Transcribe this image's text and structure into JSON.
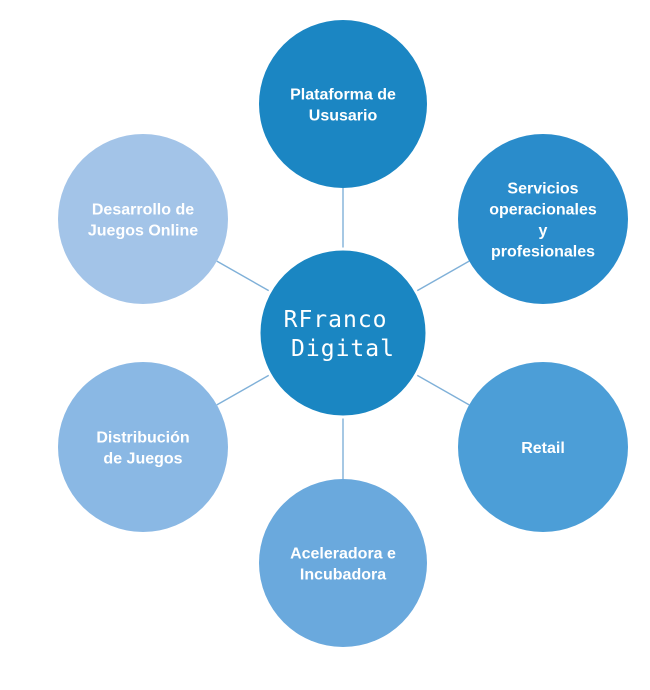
{
  "colors": {
    "center": "#1a86c2",
    "dark_blue": "#1b86c3",
    "mid_blue": "#3d95cf",
    "light_blue": "#a3c4e7",
    "light_mid_blue": "#7eb2e0",
    "connector": "#7fb0d8"
  },
  "center": {
    "lines": [
      "RFranco",
      "Digital"
    ]
  },
  "nodes": [
    {
      "id": "plataforma",
      "lines": [
        "Plataforma de",
        "Ususario"
      ],
      "color": "#1b86c3"
    },
    {
      "id": "servicios",
      "lines": [
        "Servicios",
        "operacionales",
        "y",
        "profesionales"
      ],
      "color": "#2a8ccb"
    },
    {
      "id": "retail",
      "lines": [
        "Retail"
      ],
      "color": "#4c9ed7"
    },
    {
      "id": "aceleradora",
      "lines": [
        "Aceleradora e",
        "Incubadora"
      ],
      "color": "#6aa9dd"
    },
    {
      "id": "distribucion",
      "lines": [
        "Distribución",
        "de Juegos"
      ],
      "color": "#8ab8e4"
    },
    {
      "id": "desarrollo",
      "lines": [
        "Desarrollo de",
        "Juegos Online"
      ],
      "color": "#a3c4e8"
    }
  ]
}
